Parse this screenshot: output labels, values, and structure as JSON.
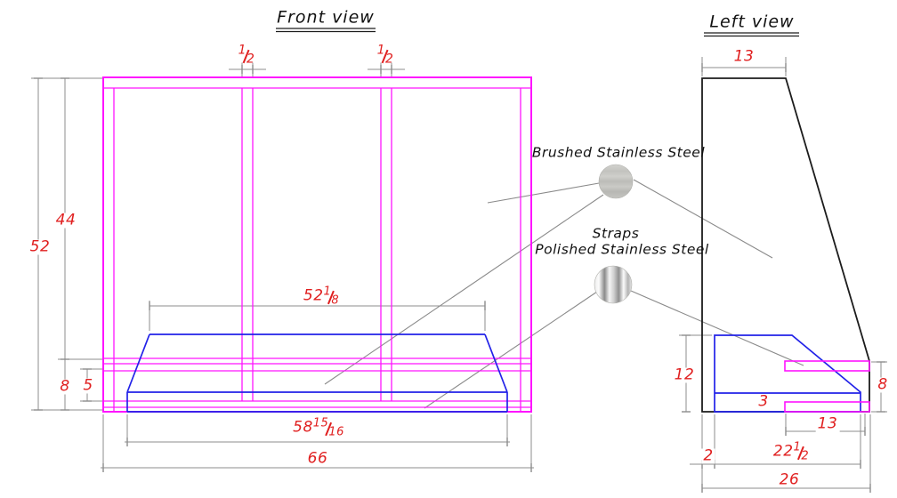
{
  "drawing": {
    "front_view": {
      "title": "Front view",
      "dims": {
        "mullion_left": {
          "num": "1",
          "den": "2"
        },
        "mullion_right": {
          "num": "1",
          "den": "2"
        },
        "height_total": "52",
        "height_upper": "44",
        "base_height": "8",
        "strap_gap": "5",
        "tray_top_width": {
          "whole": "52",
          "num": "1",
          "den": "8"
        },
        "tray_bottom_width": {
          "whole": "58",
          "num": "15",
          "den": "16"
        },
        "overall_width": "66"
      }
    },
    "left_view": {
      "title": "Left view",
      "dims": {
        "top_depth": "13",
        "tray_height": "12",
        "strap_span_height": "8",
        "base_band_height": "3",
        "strap_length": "13",
        "wall_offset": "2",
        "tray_depth": {
          "whole": "22",
          "num": "1",
          "den": "2"
        },
        "overall_depth": "26"
      }
    },
    "callouts": {
      "brushed": {
        "label": "Brushed Stainless Steel"
      },
      "straps": {
        "title": "Straps",
        "label": "Polished Stainless Steel"
      }
    },
    "colors": {
      "frame_magenta": "#ff14ff",
      "tray_blue": "#2222e8",
      "outline_black": "#1c1c1c",
      "dimension_red": "#e01f1f",
      "dimension_gray": "#8c8c8c"
    }
  }
}
